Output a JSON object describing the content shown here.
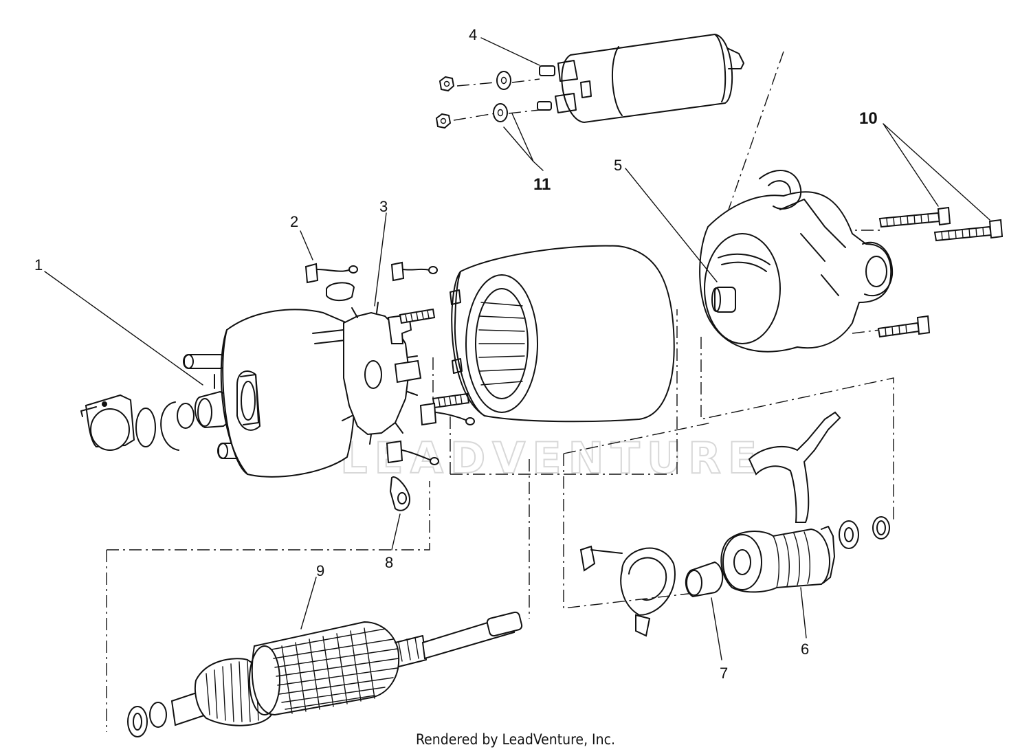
{
  "diagram": {
    "callouts": [
      "1",
      "2",
      "3",
      "4",
      "5",
      "6",
      "7",
      "8",
      "9",
      "10",
      "11"
    ],
    "watermark": "LEADVENTURE",
    "footer": "Rendered by LeadVenture, Inc."
  }
}
